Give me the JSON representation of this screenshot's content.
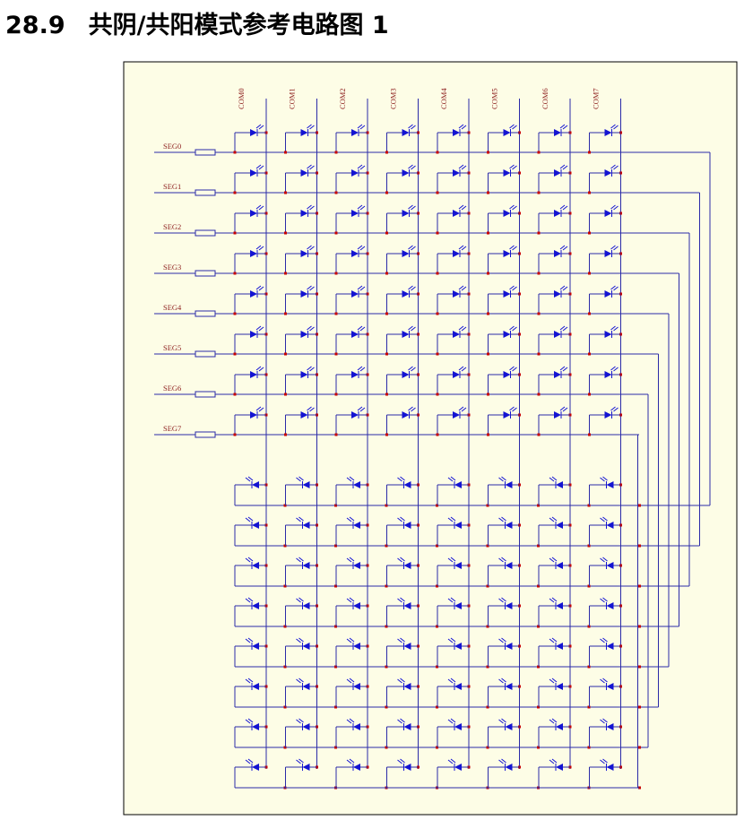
{
  "heading": {
    "number": "28.9",
    "title": "共阴/共阳模式参考电路图 1"
  },
  "schematic": {
    "com_labels": [
      "COM0",
      "COM1",
      "COM2",
      "COM3",
      "COM4",
      "COM5",
      "COM6",
      "COM7"
    ],
    "seg_labels": [
      "SEG0",
      "SEG1",
      "SEG2",
      "SEG3",
      "SEG4",
      "SEG5",
      "SEG6",
      "SEG7"
    ],
    "colors": {
      "background": "#fdfde6",
      "wire": "#2a2aa8",
      "led": "#1414d2",
      "junction": "#c80000",
      "label": "#8b1a1a"
    }
  }
}
